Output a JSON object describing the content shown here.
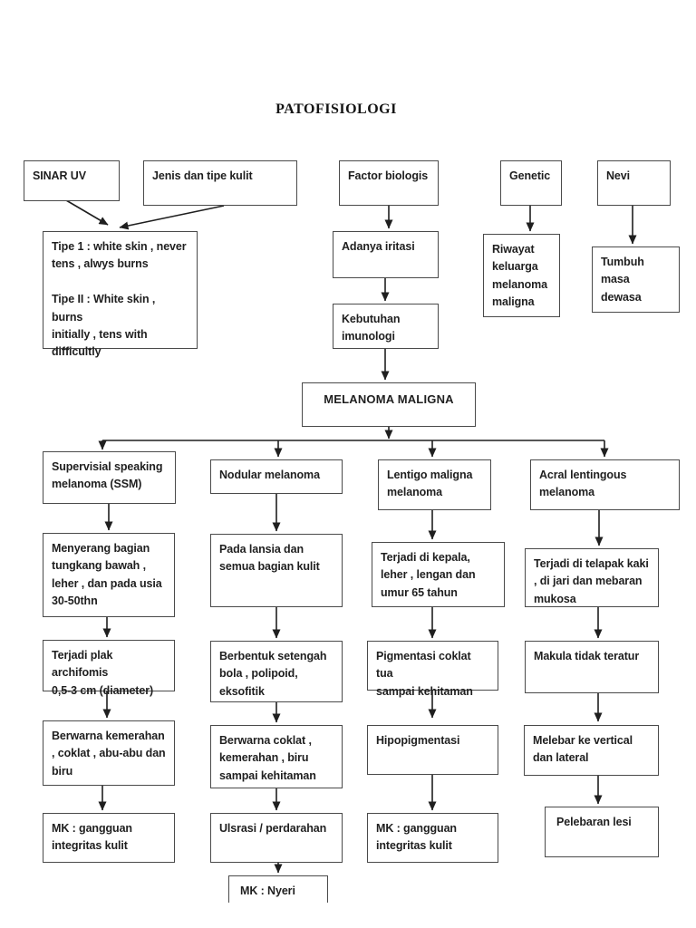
{
  "page": {
    "title": "PATOFISIOLOGI"
  },
  "colors": {
    "ink": "#1f1f1f",
    "border": "#4a4a4a",
    "background": "#ffffff"
  },
  "nodes": {
    "sinar_uv": "SINAR UV",
    "jenis_tipe_kulit": "Jenis dan tipe kulit",
    "factor_biologis": "Factor biologis",
    "genetic": "Genetic",
    "nevi": "Nevi",
    "tipe_kulit_detail": "Tipe 1 : white skin , never\ntens , alwys burns\n\nTipe II : White skin , burns\ninitially , tens with\ndifficultly",
    "adanya_iritasi": "Adanya iritasi",
    "riwayat_keluarga": "Riwayat\nkeluarga\nmelanoma\nmaligna",
    "tumbuh_masa_dewasa": "Tumbuh masa\ndewasa",
    "kebutuhan_imunologi": "Kebutuhan\nimunologi",
    "melanoma_maligna": "MELANOMA MALIGNA",
    "ssm": "Supervisial speaking\nmelanoma (SSM)",
    "nodular": "Nodular melanoma",
    "lentigo": "Lentigo maligna\nmelanoma",
    "acral": "Acral lentingous\nmelanoma",
    "ssm_lokasi": "Menyerang bagian\ntungkang bawah ,\nleher , dan pada usia\n30-50thn",
    "ssm_plak": "Terjadi plak archifomis\n0,5-3 cm (diameter)",
    "ssm_warna": "Berwarna kemerahan\n, coklat , abu-abu dan\nbiru",
    "ssm_mk": "MK : gangguan\nintegritas kulit",
    "nodular_lokasi": "Pada lansia dan\nsemua bagian kulit",
    "nodular_bentuk": "Berbentuk setengah\nbola , polipoid,\neksofitik",
    "nodular_warna": "Berwarna coklat ,\nkemerahan , biru\nsampai kehitaman",
    "nodular_ulsrasi": "Ulsrasi / perdarahan",
    "nodular_mk": "MK : Nyeri",
    "lentigo_lokasi": "Terjadi di kepala,\nleher , lengan dan\numur 65 tahun",
    "lentigo_pigmentasi": "Pigmentasi coklat tua\nsampai kehitaman",
    "lentigo_hipopigmentasi": "Hipopigmentasi",
    "lentigo_mk": "MK : gangguan\nintegritas kulit",
    "acral_lokasi": "Terjadi di telapak kaki\n, di jari  dan mebaran\nmukosa",
    "acral_makula": "Makula tidak teratur",
    "acral_melebar": "Melebar ke vertical\ndan lateral",
    "acral_pelebaran": "Pelebaran lesi"
  }
}
